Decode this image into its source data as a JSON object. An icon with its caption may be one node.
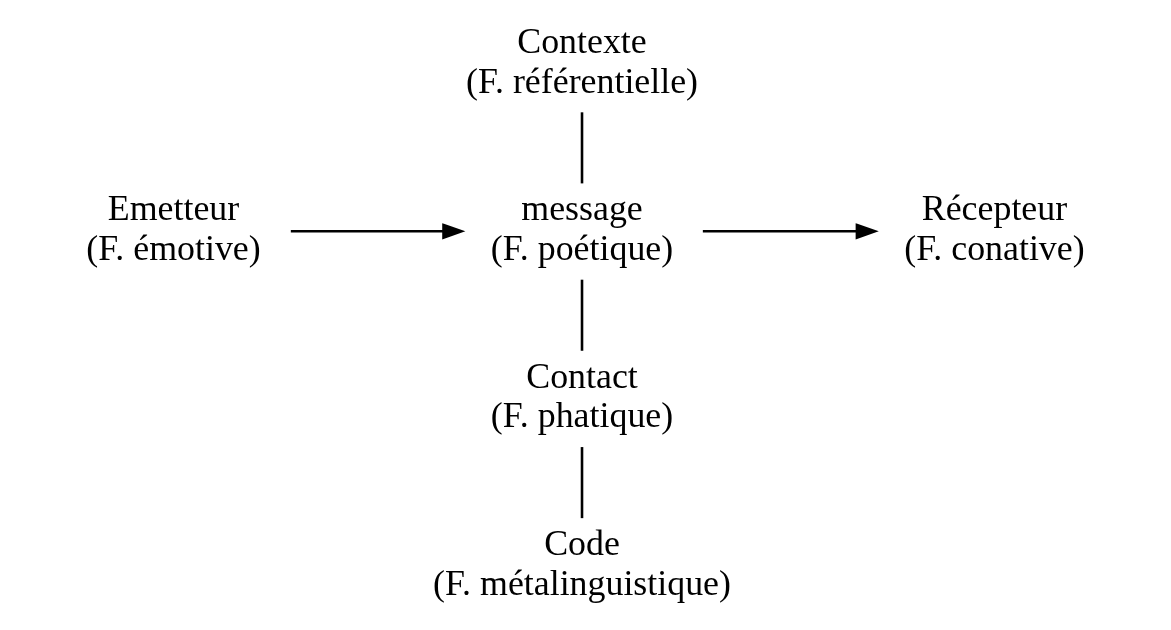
{
  "diagram": {
    "nodes": [
      {
        "text": [
          "Contexte",
          "(F. référentielle)"
        ]
      },
      {
        "text": [
          "Emetteur",
          "(F. émotive)"
        ]
      },
      {
        "text": [
          "message",
          "(F. poétique)"
        ]
      },
      {
        "text": [
          "Récepteur",
          "(F. conative)"
        ]
      },
      {
        "text": [
          "Contact",
          "(F. phatique)"
        ]
      },
      {
        "text": [
          "Code",
          "(F. métalinguistique)"
        ]
      }
    ],
    "edges": [
      {
        "from": 0,
        "to": 2,
        "arrow": "none"
      },
      {
        "from": 1,
        "to": 2,
        "arrow": "to"
      },
      {
        "from": 2,
        "to": 3,
        "arrow": "to"
      },
      {
        "from": 2,
        "to": 4,
        "arrow": "none"
      },
      {
        "from": 4,
        "to": 5,
        "arrow": "none"
      }
    ]
  }
}
